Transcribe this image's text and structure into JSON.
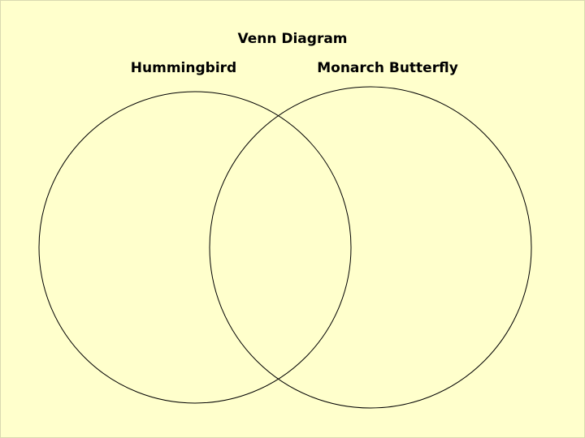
{
  "diagram": {
    "title": "Venn Diagram",
    "sets": [
      {
        "label": "Hummingbird"
      },
      {
        "label": "Monarch Butterfly"
      }
    ]
  },
  "colors": {
    "background": "#ffffcc",
    "stroke": "#000000"
  }
}
